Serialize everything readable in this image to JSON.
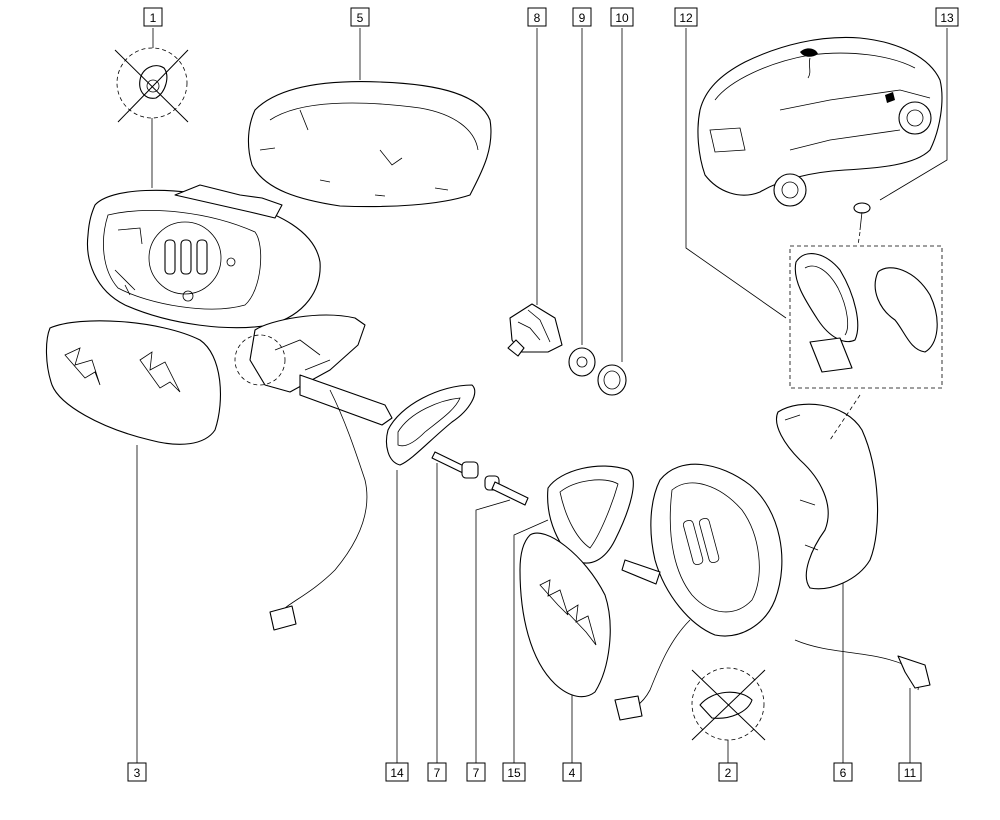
{
  "diagram": {
    "callouts": {
      "c1": "1",
      "c2": "2",
      "c3": "3",
      "c4": "4",
      "c5": "5",
      "c6": "6",
      "c7a": "7",
      "c7b": "7",
      "c8": "8",
      "c9": "9",
      "c10": "10",
      "c11": "11",
      "c12": "12",
      "c13": "13",
      "c14": "14",
      "c15": "15"
    }
  }
}
